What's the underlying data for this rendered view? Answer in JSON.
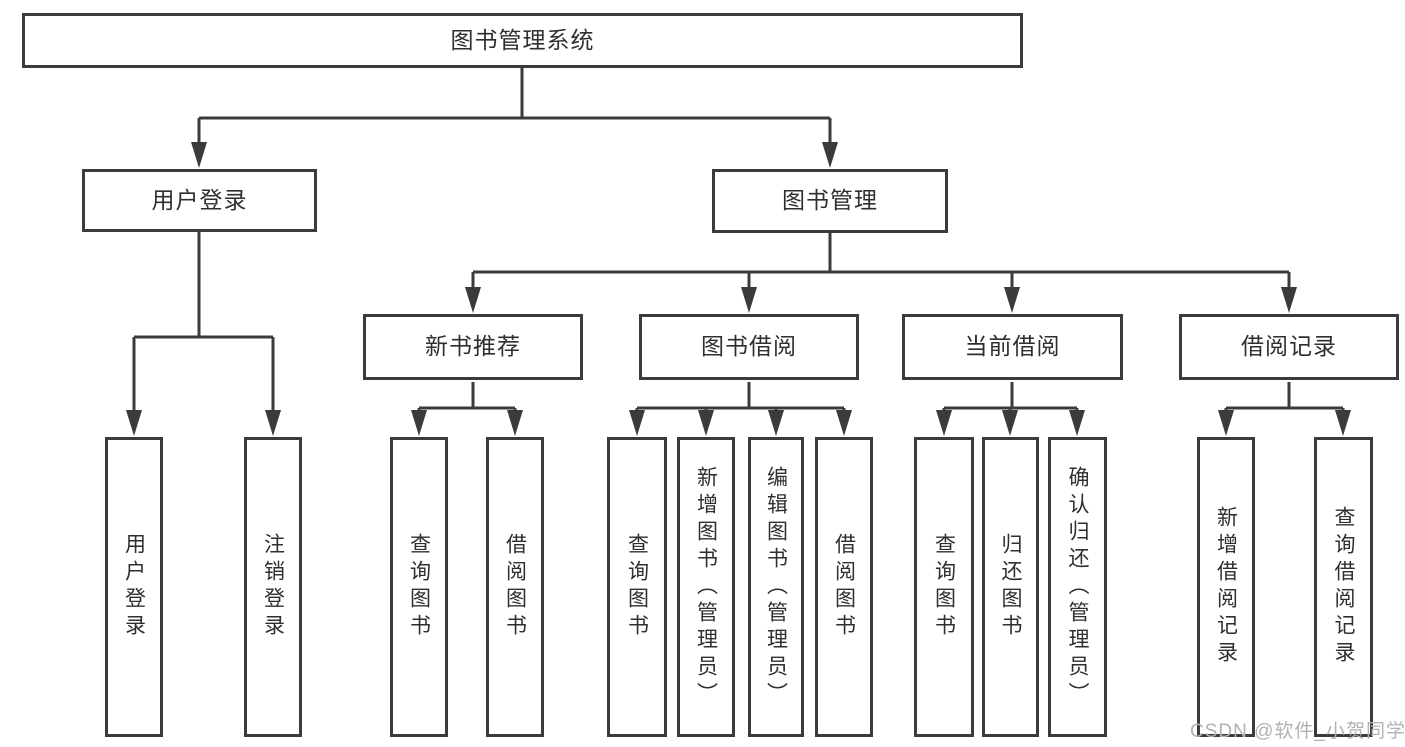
{
  "diagram_type": "functional-structure-tree",
  "colors": {
    "background": "#ffffff",
    "line": "#3b3b3b",
    "box_border": "#3b3b3b",
    "box_fill": "#ffffff",
    "text": "#2f2f2f",
    "watermark": "#b2b2b2"
  },
  "watermark": "CSDN @软件_小贺同学",
  "nodes": {
    "root": {
      "label": "图书管理系统"
    },
    "level2": [
      {
        "label": "用户登录"
      },
      {
        "label": "图书管理"
      }
    ],
    "level3": [
      {
        "label": "新书推荐",
        "parent": "图书管理"
      },
      {
        "label": "图书借阅",
        "parent": "图书管理"
      },
      {
        "label": "当前借阅",
        "parent": "图书管理"
      },
      {
        "label": "借阅记录",
        "parent": "图书管理"
      }
    ],
    "leaves": {
      "user_login": [
        {
          "label": "用户登录"
        },
        {
          "label": "注销登录"
        }
      ],
      "new_book_recommend": [
        {
          "label": "查询图书"
        },
        {
          "label": "借阅图书"
        }
      ],
      "book_borrowing": [
        {
          "label": "查询图书"
        },
        {
          "label": "新增图书（管理员）"
        },
        {
          "label": "编辑图书（管理员）"
        },
        {
          "label": "借阅图书"
        }
      ],
      "current_borrowing": [
        {
          "label": "查询图书"
        },
        {
          "label": "归还图书"
        },
        {
          "label": "确认归还（管理员）"
        }
      ],
      "borrowing_records": [
        {
          "label": "新增借阅记录"
        },
        {
          "label": "查询借阅记录"
        }
      ]
    }
  }
}
